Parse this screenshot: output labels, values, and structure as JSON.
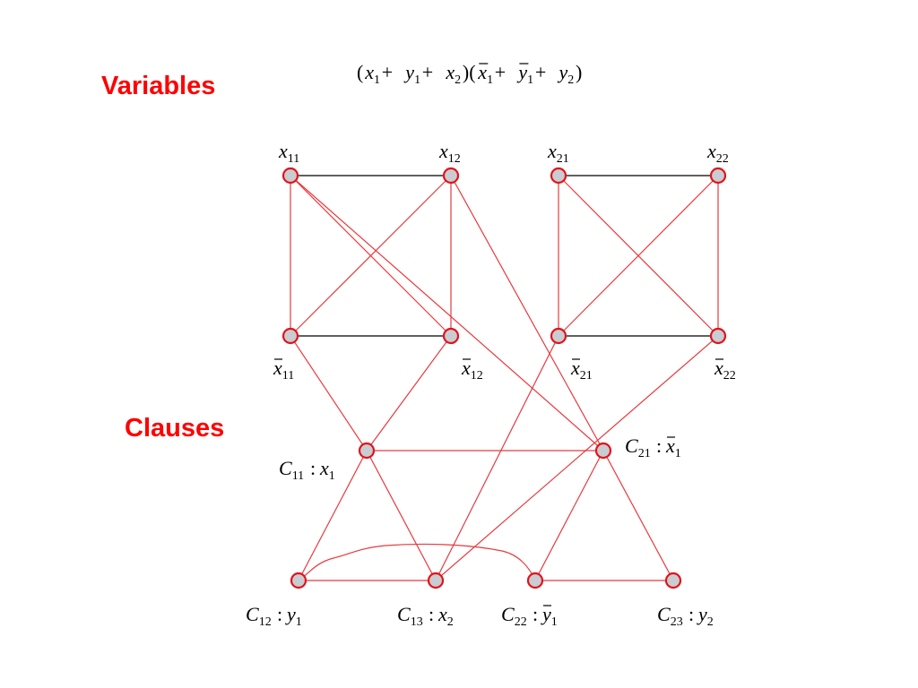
{
  "headings": {
    "variables": "Variables",
    "clauses": "Clauses"
  },
  "formula": [
    {
      "t": "(",
      "style": "plain"
    },
    {
      "t": "x",
      "sub": "1"
    },
    {
      "t": " + ",
      "style": "plain"
    },
    {
      "t": "y",
      "sub": "1"
    },
    {
      "t": " + ",
      "style": "plain"
    },
    {
      "t": "x",
      "sub": "2"
    },
    {
      "t": ")(",
      "style": "plain"
    },
    {
      "t": "x",
      "sub": "1",
      "bar": true
    },
    {
      "t": " + ",
      "style": "plain"
    },
    {
      "t": "y",
      "sub": "1",
      "bar": true
    },
    {
      "t": " + ",
      "style": "plain"
    },
    {
      "t": "y",
      "sub": "2"
    },
    {
      "t": ")",
      "style": "plain"
    }
  ],
  "colors": {
    "accent": "#ff0000",
    "edge_red": "#e8393d",
    "edge_black": "#000000",
    "node_fill": "#c9ccd1",
    "node_stroke": "#e0141b"
  },
  "nodes": [
    {
      "id": "x11",
      "group": "variable",
      "label": {
        "base": "x",
        "sub": "11",
        "bar": false
      }
    },
    {
      "id": "x12",
      "group": "variable",
      "label": {
        "base": "x",
        "sub": "12",
        "bar": false
      }
    },
    {
      "id": "x21",
      "group": "variable",
      "label": {
        "base": "x",
        "sub": "21",
        "bar": false
      }
    },
    {
      "id": "x22",
      "group": "variable",
      "label": {
        "base": "x",
        "sub": "22",
        "bar": false
      }
    },
    {
      "id": "nx11",
      "group": "variable",
      "label": {
        "base": "x",
        "sub": "11",
        "bar": true
      }
    },
    {
      "id": "nx12",
      "group": "variable",
      "label": {
        "base": "x",
        "sub": "12",
        "bar": true
      }
    },
    {
      "id": "nx21",
      "group": "variable",
      "label": {
        "base": "x",
        "sub": "21",
        "bar": true
      }
    },
    {
      "id": "nx22",
      "group": "variable",
      "label": {
        "base": "x",
        "sub": "22",
        "bar": true
      }
    },
    {
      "id": "c11",
      "group": "clause",
      "label": {
        "base": "C",
        "sub": "11",
        "lit": "x",
        "litsub": "1",
        "litbar": false
      }
    },
    {
      "id": "c21",
      "group": "clause",
      "label": {
        "base": "C",
        "sub": "21",
        "lit": "x",
        "litsub": "1",
        "litbar": true
      }
    },
    {
      "id": "c12",
      "group": "clause",
      "label": {
        "base": "C",
        "sub": "12",
        "lit": "y",
        "litsub": "1",
        "litbar": false
      }
    },
    {
      "id": "c13",
      "group": "clause",
      "label": {
        "base": "C",
        "sub": "13",
        "lit": "x",
        "litsub": "2",
        "litbar": false
      }
    },
    {
      "id": "c22",
      "group": "clause",
      "label": {
        "base": "C",
        "sub": "22",
        "lit": "y",
        "litsub": "1",
        "litbar": true
      }
    },
    {
      "id": "c23",
      "group": "clause",
      "label": {
        "base": "C",
        "sub": "23",
        "lit": "y",
        "litsub": "2",
        "litbar": false
      }
    }
  ],
  "edges": [
    {
      "from": "x11",
      "to": "x12",
      "color": "black"
    },
    {
      "from": "nx11",
      "to": "nx12",
      "color": "black"
    },
    {
      "from": "x21",
      "to": "x22",
      "color": "black"
    },
    {
      "from": "nx21",
      "to": "nx22",
      "color": "black"
    },
    {
      "from": "x11",
      "to": "nx11",
      "color": "red"
    },
    {
      "from": "x12",
      "to": "nx12",
      "color": "red"
    },
    {
      "from": "x11",
      "to": "nx12",
      "color": "red"
    },
    {
      "from": "x12",
      "to": "nx11",
      "color": "red"
    },
    {
      "from": "x21",
      "to": "nx21",
      "color": "red"
    },
    {
      "from": "x22",
      "to": "nx22",
      "color": "red"
    },
    {
      "from": "x21",
      "to": "nx22",
      "color": "red"
    },
    {
      "from": "x22",
      "to": "nx21",
      "color": "red"
    },
    {
      "from": "x11",
      "to": "c21",
      "color": "red"
    },
    {
      "from": "x12",
      "to": "c21",
      "color": "red"
    },
    {
      "from": "nx11",
      "to": "c11",
      "color": "red"
    },
    {
      "from": "nx12",
      "to": "c11",
      "color": "red"
    },
    {
      "from": "nx21",
      "to": "c13",
      "color": "red"
    },
    {
      "from": "nx22",
      "to": "c13",
      "color": "red"
    },
    {
      "from": "c11",
      "to": "c21",
      "color": "red"
    },
    {
      "from": "c11",
      "to": "c12",
      "color": "red"
    },
    {
      "from": "c11",
      "to": "c13",
      "color": "red"
    },
    {
      "from": "c12",
      "to": "c13",
      "color": "red"
    },
    {
      "from": "c21",
      "to": "c22",
      "color": "red"
    },
    {
      "from": "c21",
      "to": "c23",
      "color": "red"
    },
    {
      "from": "c22",
      "to": "c23",
      "color": "red"
    },
    {
      "from": "c12",
      "to": "c22",
      "color": "red",
      "kind": "hand-drawn-arc"
    }
  ]
}
